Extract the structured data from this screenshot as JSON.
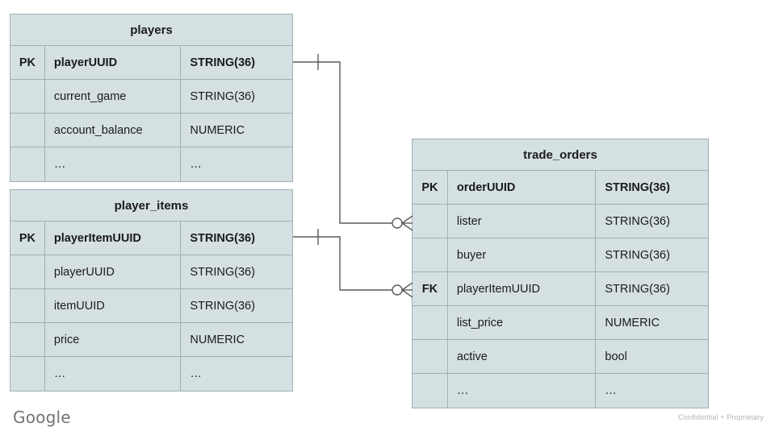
{
  "diagram": {
    "type": "entity-relationship-diagram",
    "palette": {
      "entity_fill": "#d5e0e2",
      "entity_border": "#9fb0b3",
      "connector": "#5a5a5a",
      "page_background": "#ffffff",
      "brand_text": "#737373",
      "confidential_text": "#b4b4b4"
    },
    "columns": [
      "key",
      "name",
      "type"
    ],
    "entities": [
      {
        "id": "players",
        "title": "players",
        "rows": [
          {
            "key": "PK",
            "name": "playerUUID",
            "type": "STRING(36)"
          },
          {
            "key": "",
            "name": "current_game",
            "type": "STRING(36)"
          },
          {
            "key": "",
            "name": "account_balance",
            "type": "NUMERIC"
          },
          {
            "key": "",
            "name": "…",
            "type": "…"
          }
        ]
      },
      {
        "id": "player_items",
        "title": "player_items",
        "rows": [
          {
            "key": "PK",
            "name": "playerItemUUID",
            "type": "STRING(36)"
          },
          {
            "key": "",
            "name": "playerUUID",
            "type": "STRING(36)"
          },
          {
            "key": "",
            "name": "itemUUID",
            "type": "STRING(36)"
          },
          {
            "key": "",
            "name": "price",
            "type": "NUMERIC"
          },
          {
            "key": "",
            "name": "…",
            "type": "…"
          }
        ]
      },
      {
        "id": "trade_orders",
        "title": "trade_orders",
        "rows": [
          {
            "key": "PK",
            "name": "orderUUID",
            "type": "STRING(36)"
          },
          {
            "key": "",
            "name": "lister",
            "type": "STRING(36)"
          },
          {
            "key": "",
            "name": "buyer",
            "type": "STRING(36)"
          },
          {
            "key": "FK",
            "name": "playerItemUUID",
            "type": "STRING(36)"
          },
          {
            "key": "",
            "name": "list_price",
            "type": "NUMERIC"
          },
          {
            "key": "",
            "name": "active",
            "type": "bool"
          },
          {
            "key": "",
            "name": "…",
            "type": "…"
          }
        ]
      }
    ],
    "relationships": [
      {
        "id": "players-to-trade-orders",
        "from_entity": "players",
        "from_field": "playerUUID",
        "from_cardinality": "one",
        "to_entity": "trade_orders",
        "to_field": "lister",
        "to_cardinality": "zero-or-many"
      },
      {
        "id": "player-items-to-trade-orders",
        "from_entity": "player_items",
        "from_field": "playerItemUUID",
        "from_cardinality": "one",
        "to_entity": "trade_orders",
        "to_field": "playerItemUUID",
        "to_cardinality": "zero-or-many"
      }
    ]
  },
  "footer": {
    "brand": "Google",
    "confidential": "Confidential + Proprietary"
  }
}
